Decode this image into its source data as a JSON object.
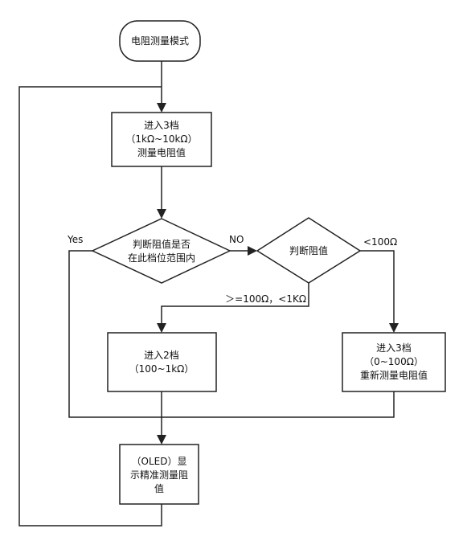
{
  "nodes": {
    "start": {
      "lines": [
        "电阻测量模式"
      ]
    },
    "range_3_high": {
      "lines": [
        "进入3档",
        "（1kΩ~10kΩ）",
        "测量电阻值"
      ]
    },
    "check_in_range": {
      "lines": [
        "判断阻值是否",
        "在此档位范围内"
      ]
    },
    "check_value": {
      "lines": [
        "判断阻值"
      ]
    },
    "range_2": {
      "lines": [
        "进入2档",
        "（100~1kΩ）"
      ]
    },
    "range_3_low": {
      "lines": [
        "进入3档",
        "（0~100Ω）",
        "重新测量电阻值"
      ]
    },
    "display": {
      "lines": [
        "（OLED）显",
        "示精准测量阻",
        "值"
      ]
    }
  },
  "edge_labels": {
    "yes": "Yes",
    "no": "NO",
    "mid_range": "＞=100Ω，<1KΩ",
    "low_range": "<100Ω"
  }
}
